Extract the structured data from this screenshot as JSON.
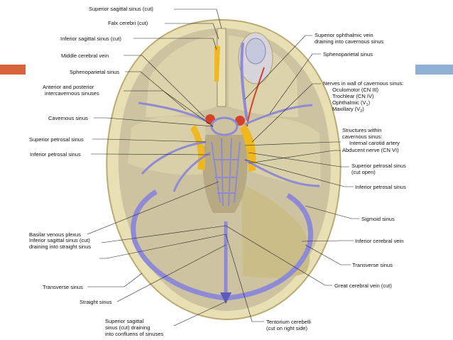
{
  "colors": {
    "bar_left": "#d8623a",
    "bar_right": "#8fb0d4",
    "bone": "#e9dfb4",
    "bone_edge": "#b9ab72",
    "dura": "#cdc3a0",
    "sinus": "#8e8ad6",
    "sinus_dark": "#5f5ab8",
    "nerve": "#efb820",
    "artery": "#d4422a",
    "cerebellum_tent": "#cbbd88"
  },
  "labels": {
    "superior_sagittal_cut": "Superior sagittal sinus (cut)",
    "falx_cerebri": "Falx cerebri (cut)",
    "inferior_sagittal_cut": "Inferior sagittal sinus (cut)",
    "middle_cerebral_vein": "Middle cerebral vein",
    "sphenoparietal_left": "Sphenoparietal sinus",
    "intercavernous_1": "Anterior and posterior",
    "intercavernous_2": "intercavernous sinuses",
    "cavernous": "Cavernous sinus",
    "superior_petrosal_left": "Superior petrosal sinus",
    "inferior_petrosal_left": "Inferior petrosal sinus",
    "basilar_plexus": "Basilar venous plexus",
    "inf_sag_straight_1": "Inferior sagittal sinus (cut)",
    "inf_sag_straight_2": "draining into straight sinus",
    "transverse_left": "Transverse sinus",
    "straight": "Straight sinus",
    "confluence_1": "Superior sagittal",
    "confluence_2": "sinus (cut) draining",
    "confluence_3": "into confluens of sinuses",
    "sup_ophthalmic_1": "Superior ophthalmic vein",
    "sup_ophthalmic_2": "draining into cavernous sinus",
    "sphenoparietal_right": "Sphenoparietal sinus",
    "nerves_title_1": "Nerves in wall of cavernous sinus:",
    "nerve_oculomotor": "Oculomotor (CN III)",
    "nerve_trochlear": "Trochlear (CN IV)",
    "nerve_ophthalmic": "Ophthalmic (V",
    "nerve_ophthalmic_sub": "1",
    "nerve_maxillary": "Maxillary (V",
    "nerve_maxillary_sub": "2",
    "close_paren": ")",
    "structures_1": "Structures within",
    "structures_2": "cavernous sinus:",
    "internal_carotid": "Internal carotid artery",
    "abducent": "Abducent nerve (CN VI)",
    "sup_petrosal_right_1": "Superior petrosal sinus",
    "sup_petrosal_right_2": "(cut open)",
    "inferior_petrosal_right": "Inferior petrosal sinus",
    "sigmoid": "Sigmoid sinus",
    "inferior_cerebral_vein": "Inferior cerebral vein",
    "transverse_right": "Transverse sinus",
    "great_cerebral_vein": "Great cerebral vein (cut)",
    "tentorium_1": "Tentorium cerebelli",
    "tentorium_2": "(cut on right side)"
  }
}
